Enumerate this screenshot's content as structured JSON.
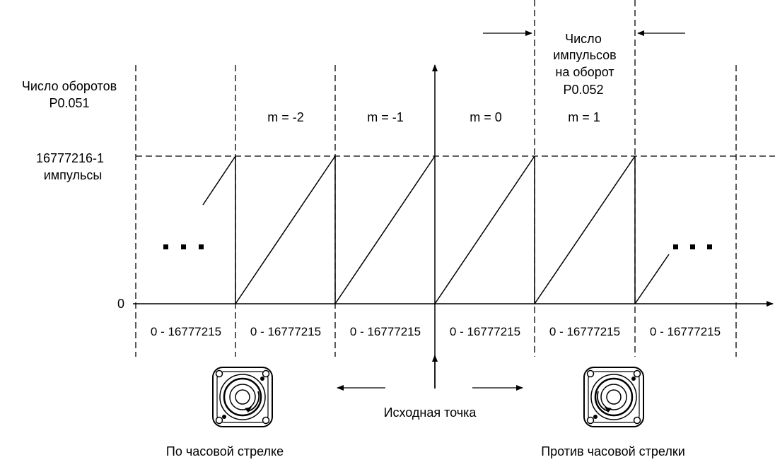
{
  "left_axis": {
    "turns_label_line1": "Число оборотов",
    "turns_label_line2": "P0.051",
    "max_label_line1": "16777216-1",
    "max_label_line2": "импульсы",
    "zero_label": "0"
  },
  "pulses_per_rev": {
    "line1": "Число",
    "line2": "импульсов",
    "line3": "на оборот",
    "line4": "P0.052"
  },
  "segments": [
    {
      "m_label": "",
      "range_label": "0 - 16777215"
    },
    {
      "m_label": "m = -2",
      "range_label": "0 - 16777215"
    },
    {
      "m_label": "m = -1",
      "range_label": "0 - 16777215"
    },
    {
      "m_label": "m = 0",
      "range_label": "0 - 16777215"
    },
    {
      "m_label": "m = 1",
      "range_label": "0 - 16777215"
    },
    {
      "m_label": "",
      "range_label": "0 - 16777215"
    }
  ],
  "ellipsis": "· · ·",
  "origin_label": "Исходная точка",
  "motor_left": {
    "caption": "По часовой стрелке",
    "icon": "motor-cw-icon"
  },
  "motor_right": {
    "caption": "Против часовой стрелки",
    "icon": "motor-ccw-icon"
  }
}
